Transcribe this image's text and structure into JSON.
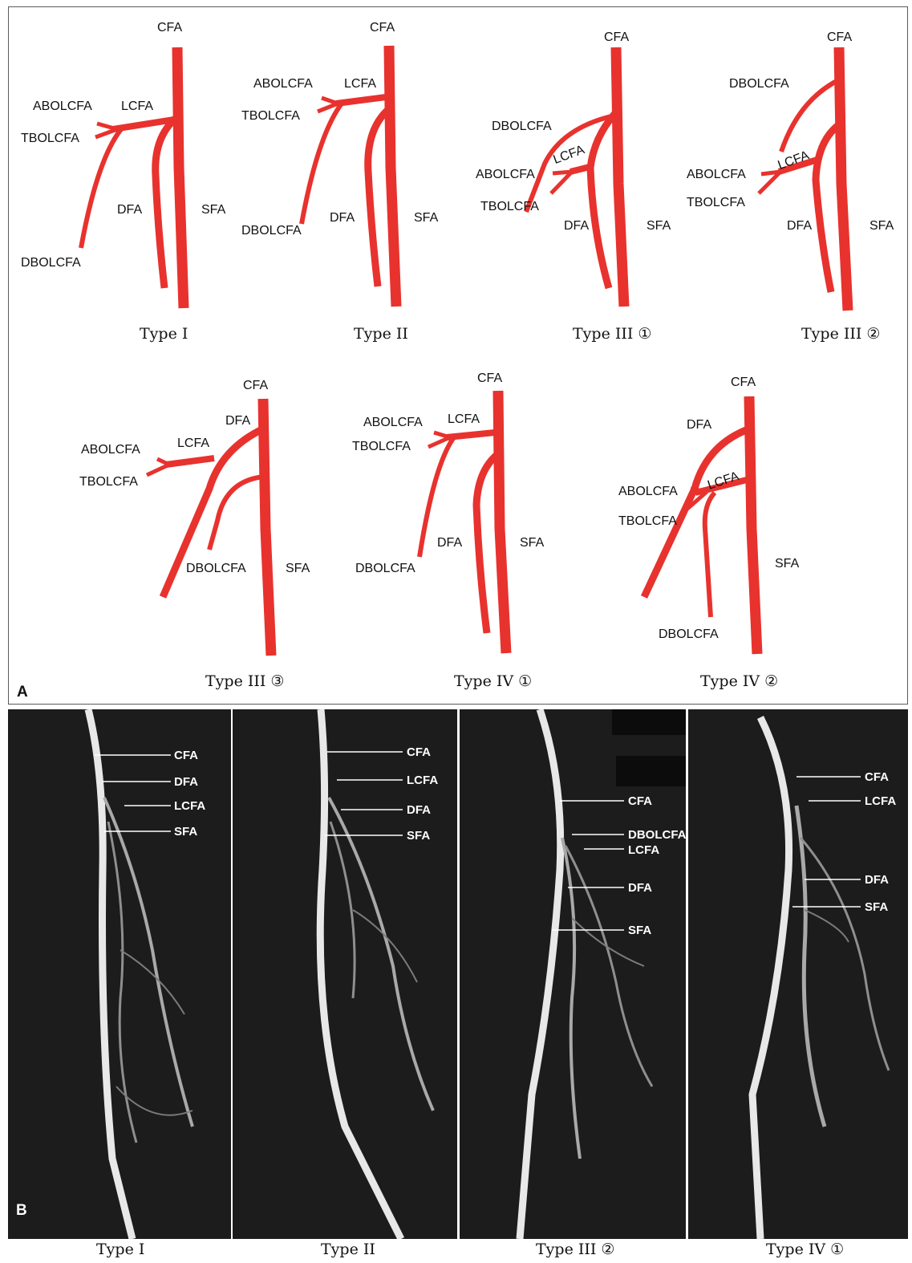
{
  "panel_a": {
    "letter": "A",
    "diagrams": [
      {
        "caption": "Type I",
        "labels": {
          "cfa": "CFA",
          "abolcfa": "ABOLCFA",
          "lcfa": "LCFA",
          "tbolcfa": "TBOLCFA",
          "dfa": "DFA",
          "sfa": "SFA",
          "dbolcfa": "DBOLCFA"
        }
      },
      {
        "caption": "Type II",
        "labels": {
          "cfa": "CFA",
          "abolcfa": "ABOLCFA",
          "lcfa": "LCFA",
          "tbolcfa": "TBOLCFA",
          "dbolcfa": "DBOLCFA",
          "dfa": "DFA",
          "sfa": "SFA"
        }
      },
      {
        "caption": "Type III ①",
        "labels": {
          "cfa": "CFA",
          "dbolcfa": "DBOLCFA",
          "lcfa": "LCFA",
          "abolcfa": "ABOLCFA",
          "tbolcfa": "TBOLCFA",
          "dfa": "DFA",
          "sfa": "SFA"
        }
      },
      {
        "caption": "Type III ②",
        "labels": {
          "cfa": "CFA",
          "dbolcfa": "DBOLCFA",
          "lcfa": "LCFA",
          "abolcfa": "ABOLCFA",
          "tbolcfa": "TBOLCFA",
          "dfa": "DFA",
          "sfa": "SFA"
        }
      },
      {
        "caption": "Type III ③",
        "labels": {
          "cfa": "CFA",
          "dfa": "DFA",
          "abolcfa": "ABOLCFA",
          "lcfa": "LCFA",
          "tbolcfa": "TBOLCFA",
          "dbolcfa": "DBOLCFA",
          "sfa": "SFA"
        }
      },
      {
        "caption": "Type IV ①",
        "labels": {
          "cfa": "CFA",
          "abolcfa": "ABOLCFA",
          "lcfa": "LCFA",
          "tbolcfa": "TBOLCFA",
          "dfa": "DFA",
          "sfa": "SFA",
          "dbolcfa": "DBOLCFA"
        }
      },
      {
        "caption": "Type IV ②",
        "labels": {
          "cfa": "CFA",
          "dfa": "DFA",
          "lcfa": "LCFA",
          "abolcfa": "ABOLCFA",
          "tbolcfa": "TBOLCFA",
          "sfa": "SFA",
          "dbolcfa": "DBOLCFA"
        }
      }
    ],
    "vessel_color": "#e8322e"
  },
  "panel_b": {
    "letter": "B",
    "images": [
      {
        "caption": "Type I",
        "labels": [
          "CFA",
          "DFA",
          "LCFA",
          "SFA"
        ]
      },
      {
        "caption": "Type II",
        "labels": [
          "CFA",
          "LCFA",
          "DFA",
          "SFA"
        ]
      },
      {
        "caption": "Type III ②",
        "labels": [
          "CFA",
          "DBOLCFA",
          "LCFA",
          "DFA",
          "SFA"
        ]
      },
      {
        "caption": "Type IV ①",
        "labels": [
          "CFA",
          "LCFA",
          "DFA",
          "SFA"
        ]
      }
    ]
  }
}
